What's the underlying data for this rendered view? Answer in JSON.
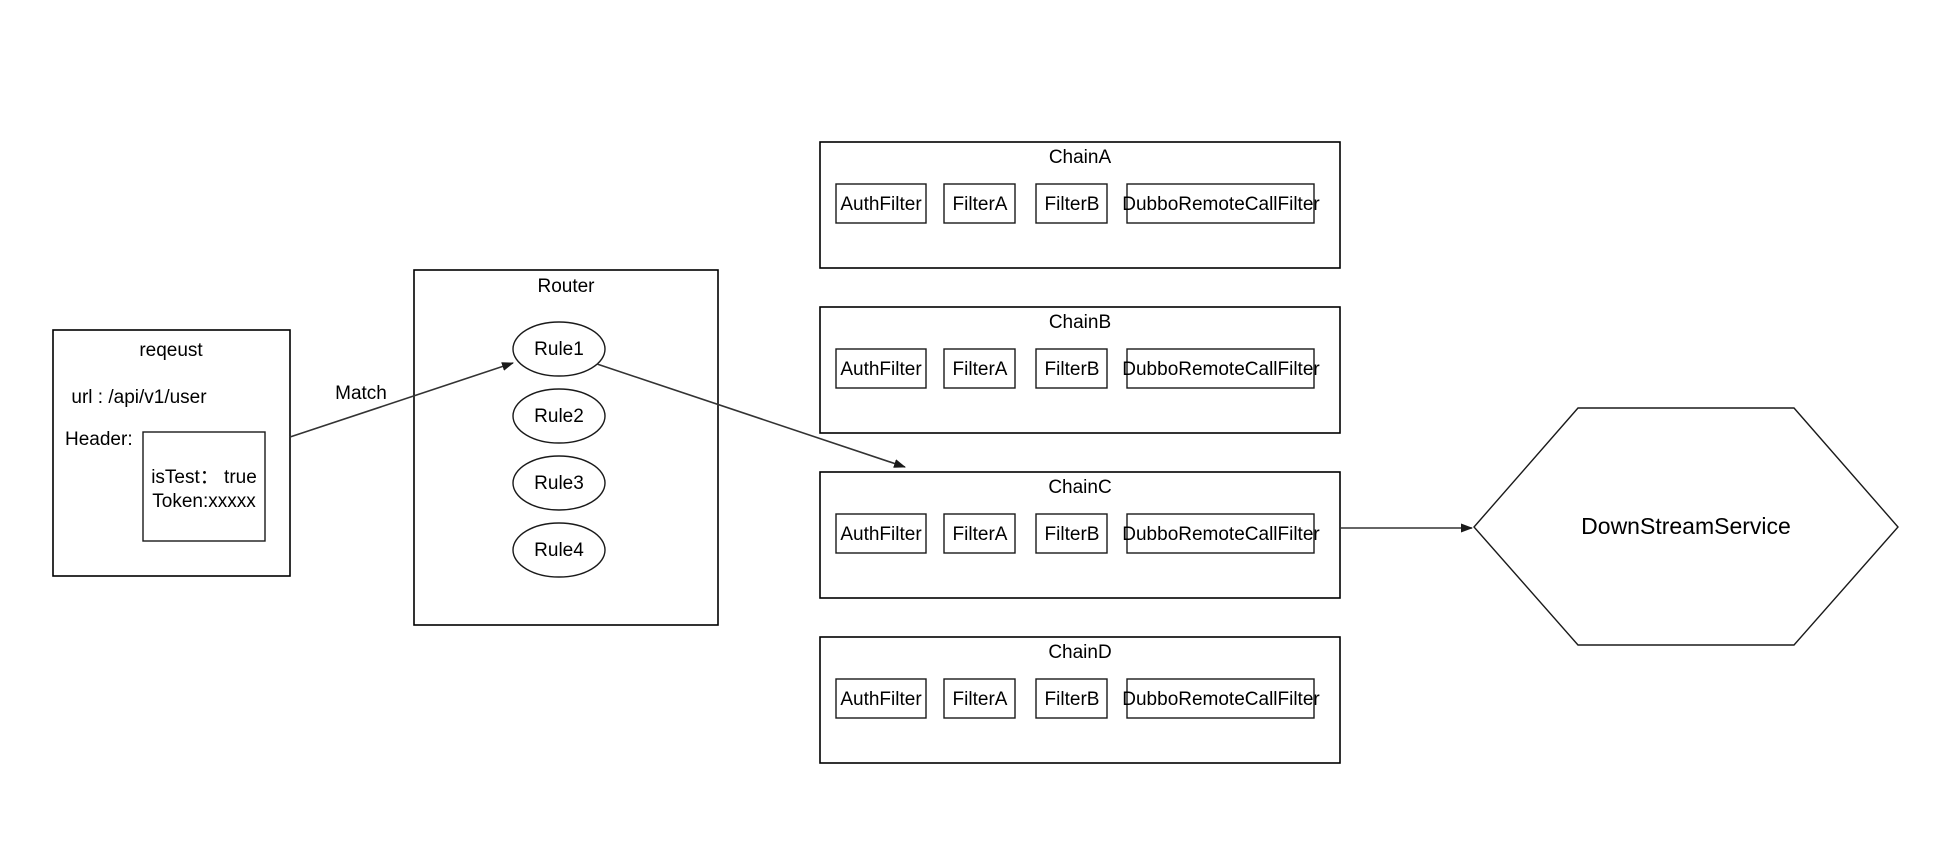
{
  "diagram": {
    "title": "Gateway routing and filter chain diagram",
    "colors": {
      "stroke": "#000000",
      "connector": "#333333",
      "fill": "#ffffff",
      "text": "#000000"
    },
    "request": {
      "title": "reqeust",
      "url_line": "url : /api/v1/user",
      "header_label": "Header:",
      "header_entries": [
        "isTest：  true",
        "Token:xxxxx"
      ]
    },
    "router": {
      "title": "Router",
      "rules": [
        {
          "label": "Rule1"
        },
        {
          "label": "Rule2"
        },
        {
          "label": "Rule3"
        },
        {
          "label": "Rule4"
        }
      ]
    },
    "chains": [
      {
        "title": "ChainA",
        "filters": [
          "AuthFilter",
          "FilterA",
          "FilterB",
          "DubboRemoteCallFilter"
        ]
      },
      {
        "title": "ChainB",
        "filters": [
          "AuthFilter",
          "FilterA",
          "FilterB",
          "DubboRemoteCallFilter"
        ]
      },
      {
        "title": "ChainC",
        "filters": [
          "AuthFilter",
          "FilterA",
          "FilterB",
          "DubboRemoteCallFilter"
        ]
      },
      {
        "title": "ChainD",
        "filters": [
          "AuthFilter",
          "FilterA",
          "FilterB",
          "DubboRemoteCallFilter"
        ]
      }
    ],
    "downstream": {
      "title": "DownStreamService"
    },
    "edges": [
      {
        "label": "Match",
        "from": "request",
        "to": "Rule1"
      },
      {
        "label": "",
        "from": "Rule1",
        "to": "ChainC"
      },
      {
        "label": "",
        "from": "ChainC",
        "to": "DownStreamService"
      }
    ]
  }
}
